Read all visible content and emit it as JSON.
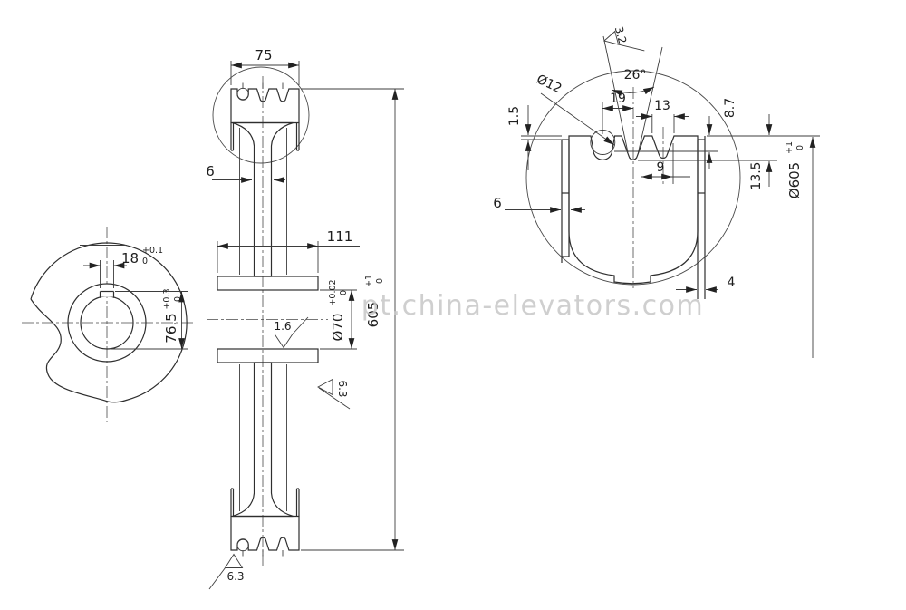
{
  "watermark": "pt.china-elevators.com",
  "front_view": {
    "keyway_width": {
      "value": "18",
      "tol_upper": "+0.1",
      "tol_lower": "0"
    },
    "keyway_depth": {
      "value": "76.5",
      "tol_upper": "+0.3",
      "tol_lower": "0"
    }
  },
  "section_view": {
    "rim_width": "75",
    "web_thickness": "6",
    "hub_length": "111",
    "outer_diameter": {
      "value": "605",
      "tol_upper": "+1",
      "tol_lower": "0"
    },
    "bore_diameter": {
      "value": "Ø70",
      "tol_upper": "+0.02",
      "tol_lower": "0"
    },
    "bore_finish": "1.6",
    "hub_face_finish": "6.3",
    "rim_face_finish": "6.3"
  },
  "detail_view": {
    "groove_surface_finish": "3.2",
    "groove_angle": "26°",
    "rope_groove_diameter": "Ø12",
    "groove_pitch": "19",
    "groove_top_width": "13",
    "rim_edge_step": "1.5",
    "groove_depth_1": "8.7",
    "groove_depth_2": "13.5",
    "groove_bottom_width": "9",
    "web_thickness": "6",
    "rim_side_thickness": "4",
    "outer_diameter": {
      "value": "Ø605",
      "tol_upper": "+1",
      "tol_lower": "0"
    }
  }
}
